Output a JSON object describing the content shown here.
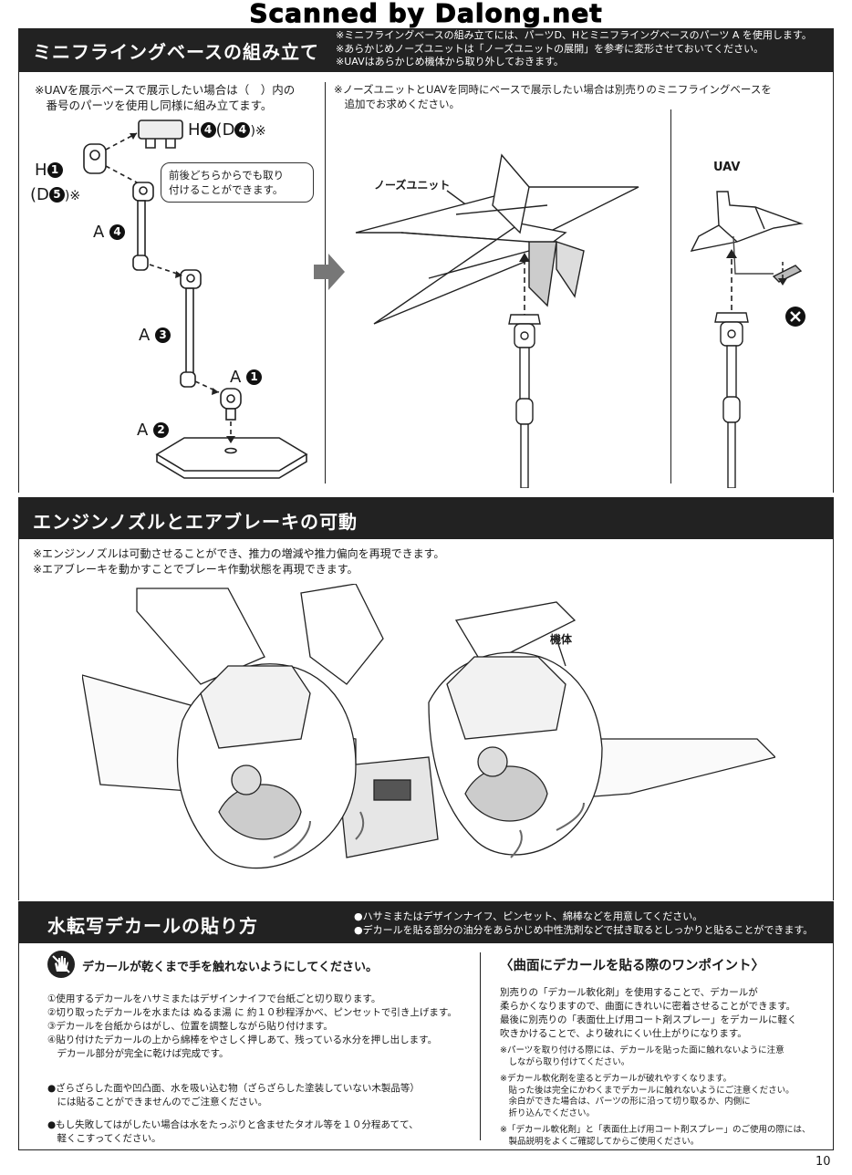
{
  "watermark": "Scanned by Dalong.net",
  "page_number": "10",
  "section1": {
    "title": "ミニフライングベースの組み立て",
    "header_notes": [
      "※ミニフライングベースの組み立てには、パーツD、Hとミニフライングベースのパーツ A を使用します。",
      "※あらかじめノーズユニットは「ノーズユニットの展開」を参考に変形させておいてください。",
      "※UAVはあらかじめ機体から取り外しておきます。"
    ],
    "left_note": [
      "※UAVを展示ベースで展示したい場合は（　）内の",
      "　番号のパーツを使用し同様に組み立てます。"
    ],
    "callout": [
      "前後どちらからでも取り",
      "付けることができます。"
    ],
    "parts": {
      "h4_prefix": "H",
      "h4_num": "4",
      "h4_paren_prefix": "(D",
      "h4_paren_num": "4",
      "h4_paren_suffix": ")※",
      "h1_prefix": "H",
      "h1_num": "1",
      "d5_prefix": "(D",
      "d5_num": "5",
      "d5_suffix": ")※",
      "a4_prefix": "A",
      "a4_num": "4",
      "a3_prefix": "A",
      "a3_num": "3",
      "a1_prefix": "A",
      "a1_num": "1",
      "a2_prefix": "A",
      "a2_num": "2"
    },
    "right_note": [
      "※ノーズユニットとUAVを同時にベースで展示したい場合は別売りのミニフライングベースを",
      "　追加でお求めください。"
    ],
    "nose_unit_label": "ノーズユニット",
    "uav_label": "UAV"
  },
  "section2": {
    "title": "エンジンノズルとエアブレーキの可動",
    "notes": [
      "※エンジンノズルは可動させることができ、推力の増減や推力偏向を再現できます。",
      "※エアブレーキを動かすことでブレーキ作動状態を再現できます。"
    ],
    "body_label": "機体"
  },
  "section3": {
    "title": "水転写デカールの貼り方",
    "header_notes": [
      "●ハサミまたはデザインナイフ、ピンセット、綿棒などを用意してください。",
      "●デカールを貼る部分の油分をあらかじめ中性洗剤などで拭き取るとしっかりと貼ることができます。"
    ],
    "warning": "デカールが乾くまで手を触れないようにしてください。",
    "steps": [
      "①使用するデカールをハサミまたはデザインナイフで台紙ごと切り取ります。",
      "②切り取ったデカールを水または ぬるま湯 に 約１０秒程浮かべ、ピンセットで引き上げます。",
      "③デカールを台紙からはがし、位置を調整しながら貼り付けます。",
      "④貼り付けたデカールの上から綿棒をやさしく押しあて、残っている水分を押し出します。",
      "　デカール部分が完全に乾けば完成です。"
    ],
    "bullets": [
      "●ざらざらした面や凹凸面、水を吸い込む物（ざらざらした塗装していない木製品等）",
      "　には貼ることができませんのでご注意ください。",
      "●もし失敗してはがしたい場合は水をたっぷりと含ませたタオル等を１０分程あてて、",
      "　軽くこすってください。"
    ],
    "tip_title": "〈曲面にデカールを貼る際のワンポイント〉",
    "tip_body": [
      "別売りの「デカール軟化剤」を使用することで、デカールが",
      "柔らかくなりますので、曲面にきれいに密着させることができます。",
      "最後に別売りの「表面仕上げ用コート剤スプレー」をデカールに軽く",
      "吹きかけることで、より破れにくい仕上がりになります。"
    ],
    "tip_notes": [
      "※パーツを取り付ける際には、デカールを貼った面に触れないように注意",
      "　しながら取り付けてください。",
      "※デカール軟化剤を塗るとデカールが破れやすくなります。",
      "　貼った後は完全にかわくまでデカールに触れないようにご注意ください。",
      "　余白ができた場合は、パーツの形に沿って切り取るか、内側に",
      "　折り込んでください。",
      "※「デカール軟化剤」と「表面仕上げ用コート剤スプレー」のご使用の際には、",
      "　製品説明をよくご確認してからご使用ください。"
    ]
  }
}
